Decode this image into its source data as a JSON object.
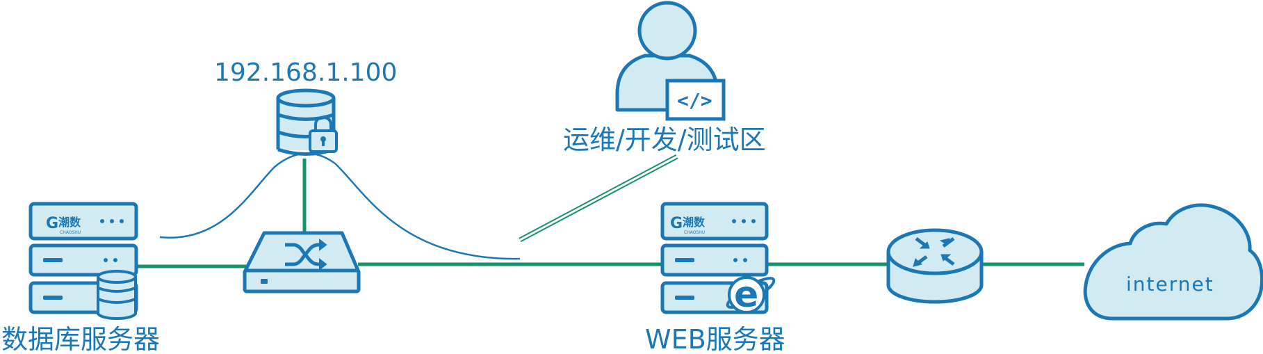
{
  "labels": {
    "ip_address": "192.168.1.100",
    "ops_dev_test_zone": "运维/开发/测试区",
    "database_server": "数据库服务器",
    "web_server": "WEB服务器",
    "internet": "internet"
  },
  "brand": {
    "logo_text": "潮数",
    "logo_subtext": "CHAOSHU"
  },
  "icons": {
    "database_server": "server-rack-with-database-icon",
    "web_server": "server-rack-with-browser-icon",
    "switch": "network-switch-icon",
    "router": "router-icon",
    "internet": "cloud-icon",
    "storage": "locked-database-icon",
    "user": "user-with-code-icon"
  },
  "colors": {
    "primary_blue": "#1b78b5",
    "fill_light": "#d2ebf3",
    "link_green": "#17936a",
    "curve_blue": "#1b78b5",
    "text_blue": "#1b78b5"
  }
}
